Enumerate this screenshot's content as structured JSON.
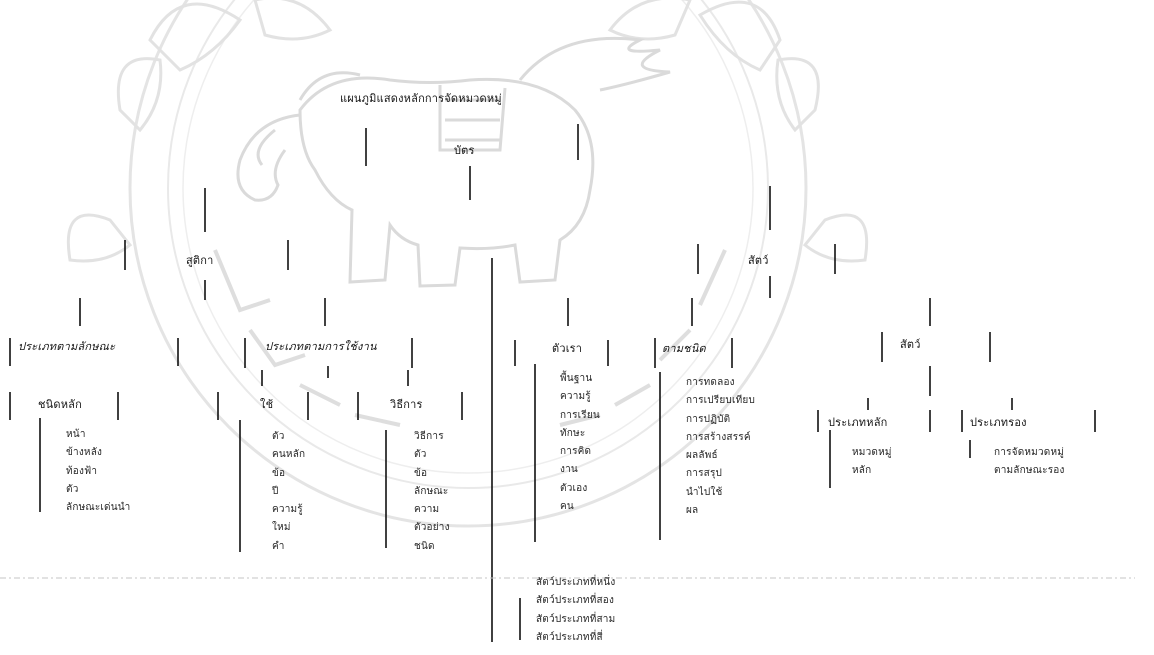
{
  "title": "แผนภูมิแสดงหลักการจัดหมวดหมู่",
  "root": "บัตร",
  "branch_left": "สูติกา",
  "branch_right": "สัตว์",
  "left_groups": [
    {
      "label": "ประเภทตามลักษณะ",
      "sub": [
        {
          "label": "ชนิดหลัก",
          "items": [
            "หน้า",
            "ข้างหลัง",
            "ท้องฟ้า",
            "ตัว",
            "ลักษณะเด่นนำ"
          ]
        }
      ]
    },
    {
      "label": "ประเภทตามการใช้งาน",
      "sub": [
        {
          "label": "ใช้",
          "items": [
            "ตัว",
            "คนหลัก",
            "ข้อ",
            "ปี",
            "ความรู้",
            "ใหม่",
            "คำ"
          ]
        },
        {
          "label": "วิธีการ",
          "items": [
            "วิธีการ",
            "ตัว",
            "ข้อ",
            "ลักษณะ",
            "ความ",
            "ตัวอย่าง",
            "ชนิด"
          ]
        }
      ]
    }
  ],
  "middle_groups": [
    {
      "label": "ตัวเรา",
      "items": [
        "พื้นฐาน",
        "ความรู้",
        "การเรียน",
        "ทักษะ",
        "การคิด",
        "งาน",
        "ตัวเอง",
        "คน"
      ]
    },
    {
      "label": "ตามชนิด",
      "items": [
        "การทดลอง",
        "การเปรียบเทียบ",
        "การปฏิบัติ",
        "การสร้างสรรค์",
        "ผลลัพธ์",
        "การสรุป",
        "นำไปใช้",
        "ผล"
      ]
    }
  ],
  "right_group": {
    "label": "สัตว์",
    "sub": [
      {
        "label": "ประเภทหลัก",
        "items": [
          "หมวดหมู่",
          "หลัก"
        ]
      },
      {
        "label": "ประเภทรอง",
        "items": [
          "การจัดหมวดหมู่",
          "ตามลักษณะรอง"
        ]
      }
    ]
  },
  "bottom_items": [
    "สัตว์ประเภทที่หนึ่ง",
    "สัตว์ประเภทที่สอง",
    "สัตว์ประเภทที่สาม",
    "สัตว์ประเภทที่สี่"
  ],
  "colors": {
    "ink": "#151515",
    "watermark": "#e3e3e3",
    "rule": "#b5b5b5"
  },
  "icons": [
    "university-seal-watermark",
    "elephant-emblem"
  ]
}
